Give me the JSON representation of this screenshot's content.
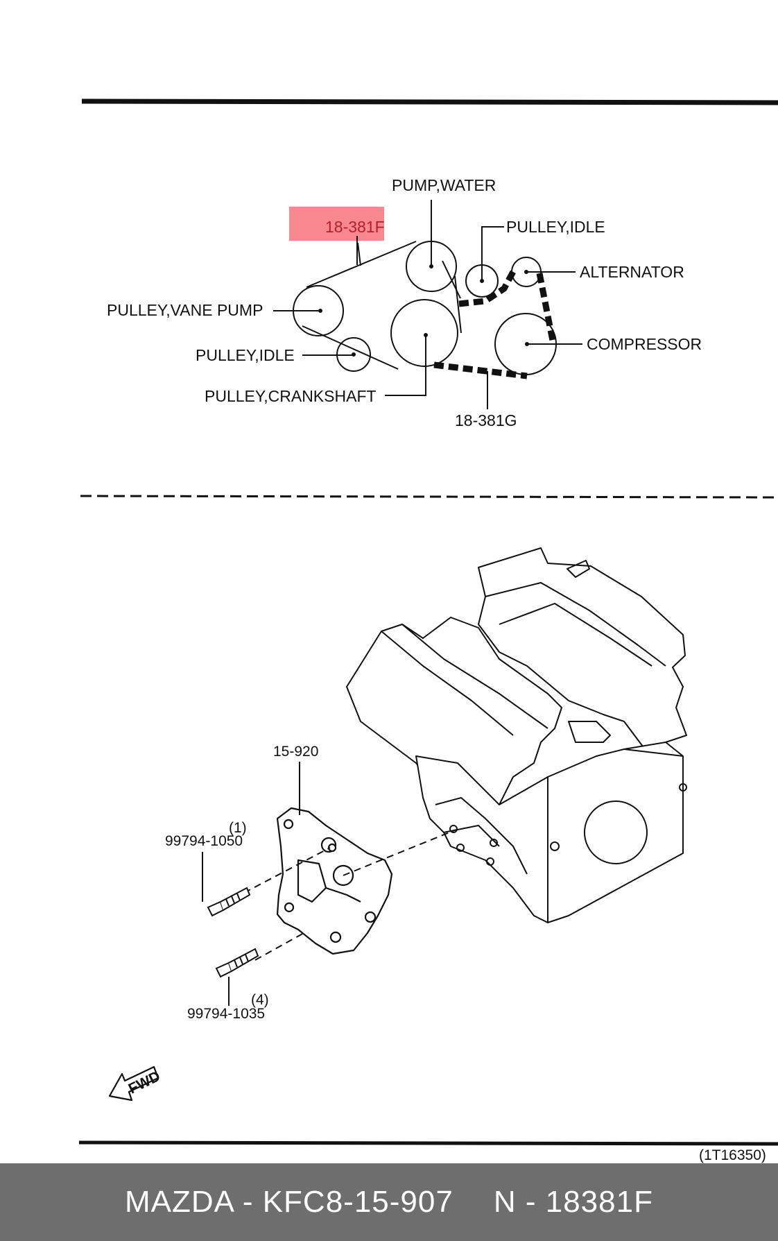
{
  "belt_labels": {
    "pump_water": "PUMP,WATER",
    "highlight_part": "18-381F",
    "pulley_idle_top": "PULLEY,IDLE",
    "alternator": "ALTERNATOR",
    "pulley_vane_pump": "PULLEY,VANE PUMP",
    "compressor": "COMPRESSOR",
    "pulley_idle_bottom": "PULLEY,IDLE",
    "pulley_crankshaft": "PULLEY,CRANKSHAFT",
    "belt_g": "18-381G"
  },
  "engine_labels": {
    "bracket": "15-920",
    "bolt1_qty": "(1)",
    "bolt1_part": "99794-1050",
    "bolt2_qty": "(4)",
    "bolt2_part": "99794-1035",
    "fwd": "FWD",
    "figure_code": "(1T16350)"
  },
  "footer": {
    "brand_part": "MAZDA - KFC8-15-907",
    "ref": "N - 18381F"
  },
  "colors": {
    "highlight": "#f7888f",
    "footer_bg": "#6e6e6e"
  }
}
